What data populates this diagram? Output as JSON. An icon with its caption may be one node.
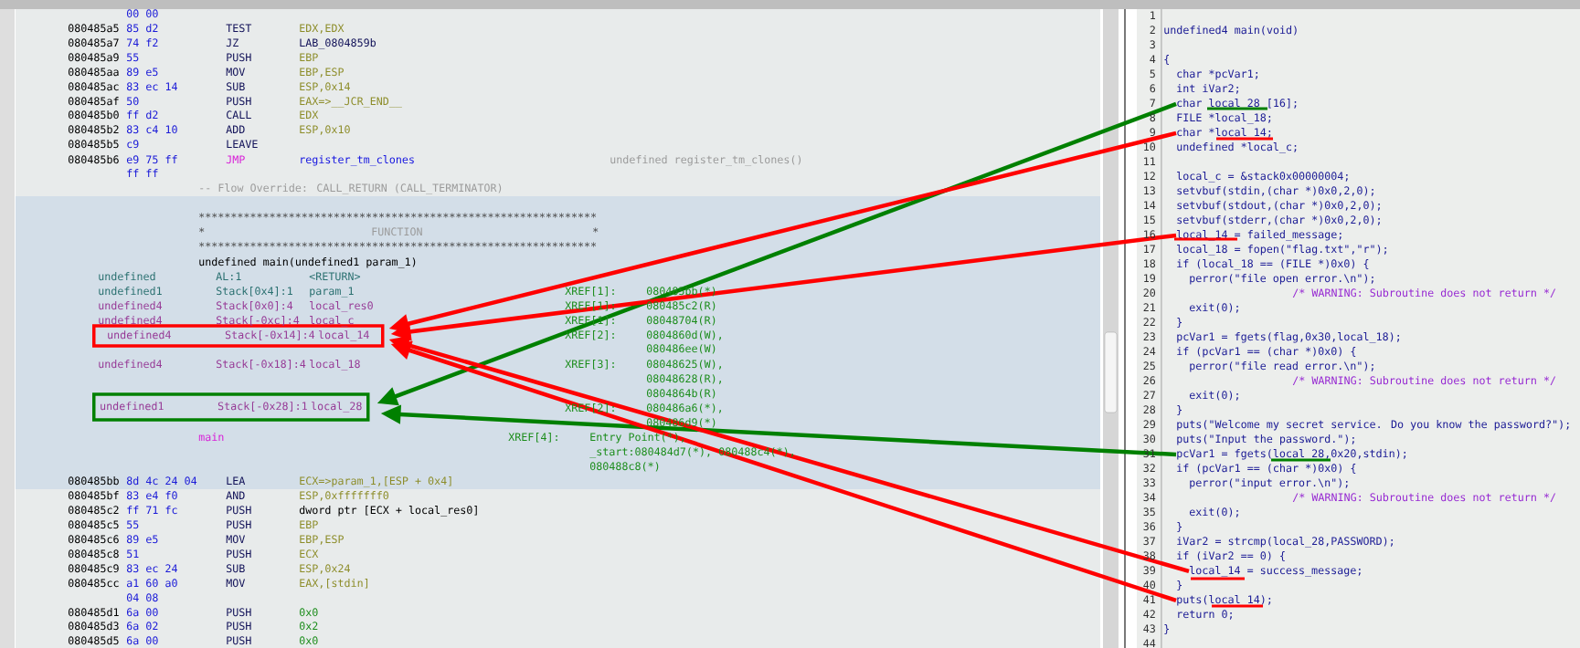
{
  "diagram": {
    "nodes": [
      {
        "text": [
          "undefined4",
          "Stack[-0x14]:4",
          "local_14"
        ]
      },
      {
        "text": [
          "undefined1",
          "Stack[-0x28]:1",
          "local_28"
        ]
      },
      {
        "text": [
          "char local_28 [16];"
        ]
      },
      {
        "text": [
          "char *local_14;"
        ]
      },
      {
        "text": [
          "local_14 = failed_message;"
        ]
      },
      {
        "text": [
          "pcVar1 = fgets(local_28,0x20,stdin);"
        ]
      },
      {
        "text": [
          "local_14 = success_message;"
        ]
      },
      {
        "text": [
          "puts(local_14);"
        ]
      }
    ],
    "edges": [
      {
        "from": 2,
        "to": 1,
        "arrow": "to",
        "color": "#008000"
      },
      {
        "from": 3,
        "to": 0,
        "arrow": "to",
        "color": "#ff0000"
      },
      {
        "from": 4,
        "to": 0,
        "arrow": "to",
        "color": "#ff0000"
      },
      {
        "from": 5,
        "to": 1,
        "arrow": "to",
        "color": "#008000"
      },
      {
        "from": 6,
        "to": 0,
        "arrow": "to",
        "color": "#ff0000"
      },
      {
        "from": 7,
        "to": 0,
        "arrow": "to",
        "color": "#ff0000"
      }
    ],
    "labels": [
      "00 00",
      "080485a5",
      "85 d2",
      "TEST",
      "EDX,EDX",
      "080485a7",
      "74 f2",
      "JZ",
      "LAB_0804859b",
      "080485a9",
      "55",
      "PUSH",
      "EBP",
      "080485aa",
      "89 e5",
      "MOV",
      "EBP,ESP",
      "080485ac",
      "83 ec 14",
      "SUB",
      "ESP,0x14",
      "080485af",
      "50",
      "PUSH",
      "EAX=>__JCR_END__",
      "080485b0",
      "ff d2",
      "CALL",
      "EDX",
      "080485b2",
      "83 c4 10",
      "ADD",
      "ESP,0x10",
      "080485b5",
      "c9",
      "LEAVE",
      "080485b6",
      "e9 75 ff",
      "JMP",
      "register_tm_clones",
      "undefined register_tm_clones()",
      "ff ff",
      "-- Flow Override: CALL_RETURN (CALL_TERMINATOR)",
      "*",
      "*",
      "*",
      "*",
      "*",
      "*",
      "*",
      "*",
      "*",
      "*",
      "*",
      "*",
      "*",
      "*",
      "*",
      "*",
      "*",
      "*",
      "*",
      "*",
      "*",
      "*",
      "*",
      "*",
      "*",
      "*",
      "*",
      "*",
      "*",
      "*",
      "*",
      "*",
      "*",
      "*",
      "*",
      "*",
      "*",
      "*",
      "*",
      "*",
      "*",
      "*",
      "*",
      "*",
      "*",
      "*",
      "*",
      "*",
      "*",
      "*",
      "*",
      "*",
      "*",
      "*",
      "*",
      "*",
      "*",
      "*",
      "*",
      "*",
      "*",
      "*",
      "*",
      "FUNCTION",
      "*",
      "*",
      "*",
      "*",
      "*",
      "*",
      "*",
      "*",
      "*",
      "*",
      "*",
      "*",
      "*",
      "*",
      "*",
      "*",
      "*",
      "*",
      "*",
      "*",
      "*",
      "*",
      "*",
      "*",
      "*",
      "*",
      "*",
      "*",
      "*",
      "*",
      "*",
      "*",
      "*",
      "*",
      "*",
      "*",
      "*",
      "*",
      "*",
      "*",
      "*",
      "*",
      "*",
      "*",
      "*",
      "*",
      "*",
      "*",
      "*",
      "*",
      "*",
      "*",
      "*",
      "*",
      "*",
      "*",
      "*",
      "*",
      "*",
      "*",
      "*",
      "*",
      "*",
      "undefined main(undefined1 param_1)",
      "undefined",
      "AL:1",
      "<RETURN>",
      "undefined1",
      "Stack[0x4]:1",
      "param_1",
      "XREF[1]:",
      "080485bb(*)",
      "undefined4",
      "Stack[0x0]:4",
      "local_res0",
      "XREF[1]:",
      "080485c2(R)",
      "undefined4",
      "Stack[-0xc]:4",
      "local_c",
      "XREF[1]:",
      "08048704(R)",
      "XREF[2]:",
      "0804860d(W),",
      "080486ee(W)",
      "undefined4",
      "Stack[-0x18]:4",
      "local_18",
      "XREF[3]:",
      "08048625(W),",
      "08048628(R),",
      "0804864b(R)",
      "XREF[2]:",
      "080486a6(*),",
      "080486d9(*)",
      "main",
      "XREF[4]:",
      "Entry Point(*),",
      "_start:080484d7(*),",
      "080488c4(*),",
      "080488c8(*)",
      "080485bb",
      "8d 4c 24 04",
      "LEA",
      "ECX=>param_1,[ESP + 0x4]",
      "080485bf",
      "83 e4 f0",
      "AND",
      "ESP,0xfffffff0",
      "080485c2",
      "ff 71 fc",
      "PUSH",
      "dword ptr [ECX + local_res0]",
      "080485c5",
      "55",
      "PUSH",
      "EBP",
      "080485c6",
      "89 e5",
      "MOV",
      "EBP,ESP",
      "080485c8",
      "51",
      "PUSH",
      "ECX",
      "080485c9",
      "83 ec 24",
      "SUB",
      "ESP,0x24",
      "080485cc",
      "a1 60 a0",
      "MOV",
      "EAX,[stdin]",
      "04 08",
      "080485d1",
      "6a 00",
      "PUSH",
      "0x0",
      "080485d3",
      "6a 02",
      "PUSH",
      "0x2",
      "080485d5",
      "6a 00",
      "PUSH",
      "0x0",
      "1",
      "2",
      "undefined4 main(void)",
      "3",
      "4",
      "{",
      "5",
      "char *pcVar1;",
      "6",
      "int iVar2;",
      "7",
      "8",
      "FILE *local_18;",
      "9",
      "10",
      "undefined *local_c;",
      "11",
      "12",
      "local_c = &stack0x00000004;",
      "13",
      "setvbuf(stdin,(char *)0x0,2,0);",
      "14",
      "setvbuf(stdout,(char *)0x0,2,0);",
      "15",
      "setvbuf(stderr,(char *)0x0,2,0);",
      "16",
      "17",
      "local_18 = fopen(\"flag.txt\",\"r\");",
      "18",
      "if (local_18 == (FILE *)0x0) {",
      "19",
      "perror(\"file open error.\\n\");",
      "20",
      "/* WARNING: Subroutine does not return */",
      "21",
      "exit(0);",
      "22",
      "}",
      "23",
      "pcVar1 = fgets(flag,0x30,local_18);",
      "24",
      "if (pcVar1 == (char *)0x0) {",
      "25",
      "perror(\"file read error.\\n\");",
      "26",
      "/* WARNING: Subroutine does not return */",
      "27",
      "exit(0);",
      "28",
      "}",
      "29",
      "puts(\"Welcome my secret service. Do you know the password?\");",
      "30",
      "puts(\"Input the password.\");",
      "31",
      "32",
      "if (pcVar1 == (char *)0x0) {",
      "33",
      "perror(\"input error.\\n\");",
      "34",
      "/* WARNING: Subroutine does not return */",
      "35",
      "exit(0);",
      "36",
      "}",
      "37",
      "iVar2 = strcmp(local_28,PASSWORD);",
      "38",
      "if (iVar2 == 0) {",
      "39",
      "40",
      "}",
      "41",
      "42",
      "return 0;",
      "43",
      "}",
      "44"
    ]
  }
}
